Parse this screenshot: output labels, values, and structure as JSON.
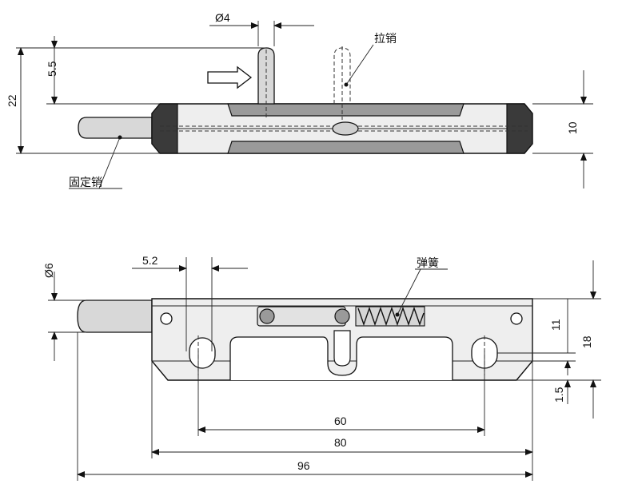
{
  "labels": {
    "pull_pin": "拉销",
    "fixed_pin": "固定销",
    "spring": "弹簧"
  },
  "dimensions": {
    "diameter_4": "Ø4",
    "d_5_5": "5.5",
    "d_22": "22",
    "d_10": "10",
    "diameter_6": "Ø6",
    "d_5_2": "5.2",
    "d_11": "11",
    "d_18": "18",
    "d_1_5": "1.5",
    "d_60": "60",
    "d_80": "80",
    "d_96": "96"
  }
}
